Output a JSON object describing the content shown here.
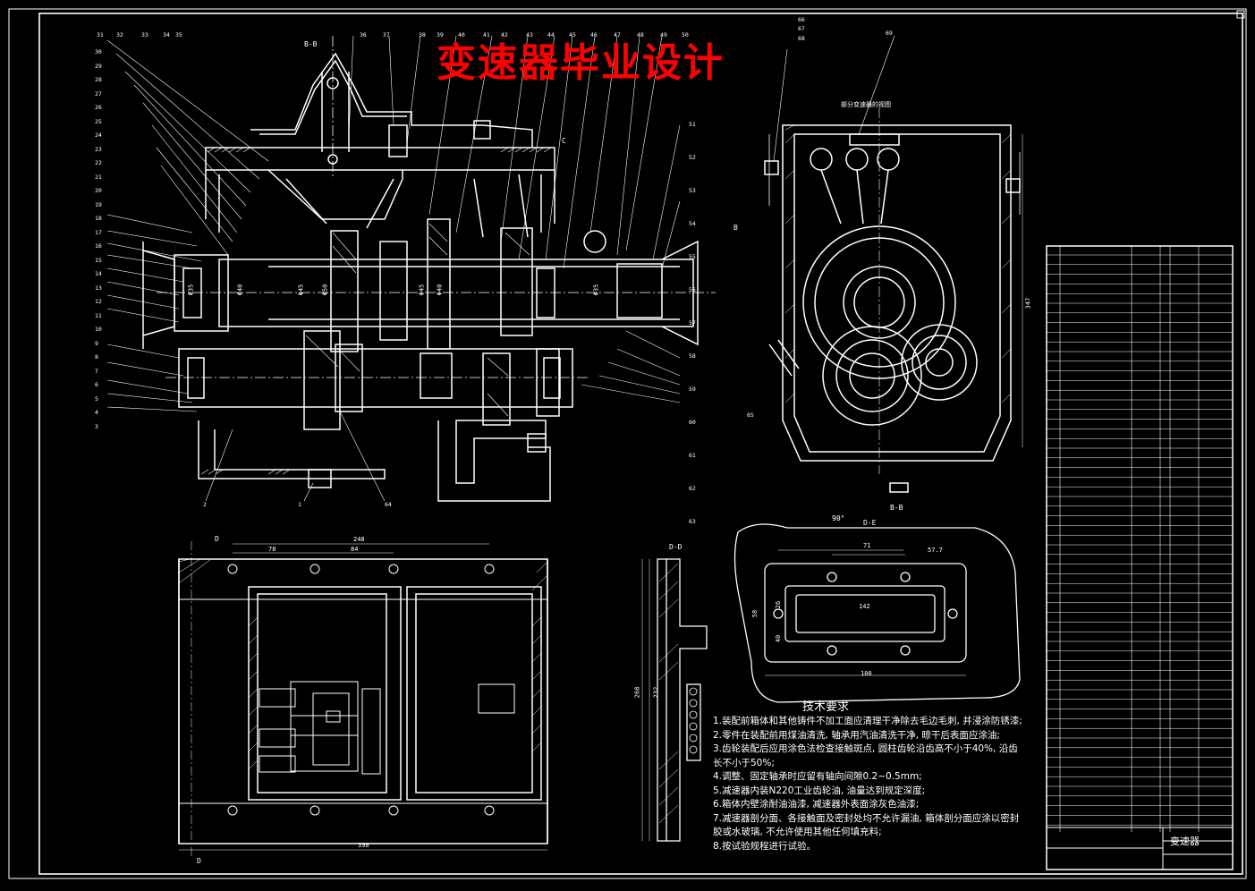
{
  "drawing_title": "变速器毕业设计",
  "view_title_right": "部分变速器的视图",
  "section_labels": {
    "bb_top": "B-B",
    "bb_right": "B-B",
    "b_top_right": "B",
    "dd_left": "D",
    "dd_bottom": "D",
    "dd_side": "D-D",
    "cc": "C",
    "de_rot": "D-E",
    "rot_angle": "90°"
  },
  "dimensions": {
    "bottom_248": "248",
    "bottom_78": "78",
    "bottom_84": "84",
    "bottom_390": "390",
    "side_268": "268",
    "side_232": "232",
    "right_347": "347",
    "cover_71": "71",
    "cover_57_7": "57.7",
    "cover_142": "142",
    "cover_100": "100",
    "cover_58": "58",
    "cover_40": "40",
    "cover_26": "26"
  },
  "shaft_labels": [
    "Φ35",
    "Φ40",
    "Φ45",
    "Φ50",
    "Φ45",
    "Φ40",
    "Φ35"
  ],
  "balloons_top": [
    "31",
    "32",
    "33",
    "34",
    "35",
    "36",
    "37",
    "38",
    "39",
    "40",
    "41",
    "42",
    "43",
    "44",
    "45",
    "46",
    "47",
    "48",
    "49",
    "50"
  ],
  "balloons_left": [
    "30",
    "29",
    "28",
    "27",
    "26",
    "25",
    "24",
    "23",
    "22",
    "21",
    "20",
    "19",
    "18",
    "17",
    "16",
    "15",
    "14",
    "13",
    "12",
    "11",
    "10",
    "9",
    "8",
    "7",
    "6",
    "5",
    "4",
    "3"
  ],
  "balloons_right": [
    "51",
    "52",
    "53",
    "54",
    "55",
    "56",
    "57",
    "58",
    "59",
    "60",
    "61",
    "62",
    "63"
  ],
  "balloons_right_view": [
    "65",
    "66",
    "67",
    "68",
    "69"
  ],
  "balloons_bottom": [
    "2",
    "1",
    "64"
  ],
  "tech_title": "技术要求",
  "tech_requirements": [
    "1.装配前箱体和其他铸件不加工面应清理干净除去毛边毛刺, 并浸涂防锈漆;",
    "2.零件在装配前用煤油清洗, 轴承用汽油清洗干净, 晾干后表面应涂油;",
    "3.齿轮装配后应用涂色法检查接触斑点, 圆柱齿轮沿齿高不小于40%, 沿齿",
    "长不小于50%;",
    "4.调整、固定轴承时应留有轴向间隙0.2~0.5mm;",
    "5.减速器内装N220工业齿轮油, 油量达到规定深度;",
    "6.箱体内壁涂耐油油漆, 减速器外表面涂灰色油漆;",
    "7.减速器剖分面、各接触面及密封处均不允许漏油, 箱体剖分面应涂以密封",
    "胶或水玻璃, 不允许使用其他任何填充料;",
    "8.按试验规程进行试验。"
  ],
  "parts_table_name": "变速器",
  "colors": {
    "background": "#000000",
    "lines": "#ffffff",
    "title": "#ff0000"
  }
}
